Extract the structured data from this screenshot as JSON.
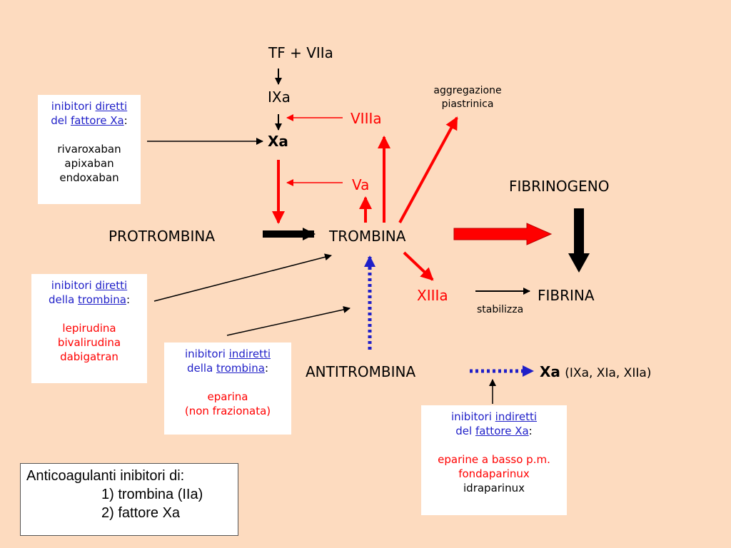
{
  "nodes": {
    "tf_viia": "TF + VIIa",
    "ixa": "IXa",
    "xa": "Xa",
    "viiia": "VIIIa",
    "va": "Va",
    "aggregazione": "aggregazione",
    "piastrinica": "piastrinica",
    "fibrinogeno": "FIBRINOGENO",
    "protrombina": "PROTROMBINA",
    "trombina": "TROMBINA",
    "xiiia": "XIIIa",
    "fibrina": "FIBRINA",
    "stabilizza": "stabilizza",
    "antitrombina": "ANTITROMBINA",
    "xa_right": "Xa",
    "xa_right_extra": "(IXa, XIa, XIIa)"
  },
  "box_xa_direct": {
    "l1_a": "inibitori ",
    "l1_b": "diretti",
    "l2_a": "del ",
    "l2_b": "fattore Xa",
    "l2_c": ":",
    "drugs": [
      "rivaroxaban",
      "apixaban",
      "endoxaban"
    ]
  },
  "box_thr_direct": {
    "l1_a": "inibitori ",
    "l1_b": "diretti",
    "l2_a": "della ",
    "l2_b": "trombina",
    "l2_c": ":",
    "drugs": [
      "lepirudina",
      "bivalirudina",
      "dabigatran"
    ]
  },
  "box_thr_indirect": {
    "l1_a": "inibitori ",
    "l1_b": "indiretti",
    "l2_a": "della ",
    "l2_b": "trombina",
    "l2_c": ":",
    "drugs": [
      "eparina",
      "(non frazionata)"
    ]
  },
  "box_xa_indirect": {
    "l1_a": "inibitori ",
    "l1_b": "indiretti",
    "l2_a": "del ",
    "l2_b": "fattore Xa",
    "l2_c": ":",
    "drugs_red": [
      "eparine a basso p.m.",
      "fondaparinux"
    ],
    "drugs_black": [
      "idraparinux"
    ]
  },
  "legend": {
    "title": "Anticoagulanti inibitori di:",
    "item1": "1) trombina (IIa)",
    "item2": "2) fattore Xa"
  },
  "colors": {
    "background": "#fddbbf",
    "red": "#ff0000",
    "blue": "#1f1fc8",
    "black": "#000000"
  }
}
